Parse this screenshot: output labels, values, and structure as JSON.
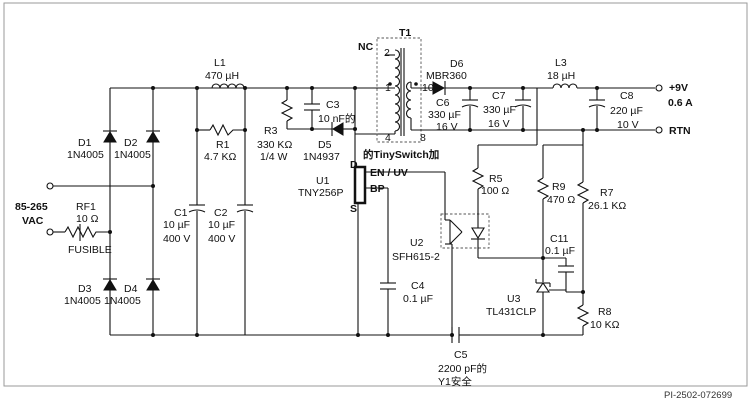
{
  "labels": {
    "nc": "NC",
    "t1": "T1",
    "pin2": "2",
    "pin1": "1",
    "pin10": "10",
    "pin4": "4",
    "pin8": "8",
    "l1": "L1",
    "l1_val": "470 µH",
    "d6": "D6",
    "d6_part": "MBR360",
    "l3": "L3",
    "l3_val": "18 µH",
    "out_plus": "+9V",
    "out_current": "0.6 A",
    "rtn": "RTN",
    "c6": "C6",
    "c6_val1": "330 µF",
    "c6_val2": "16 V",
    "c7": "C7",
    "c7_val1": "330 µF",
    "c7_val2": "16 V",
    "c8": "C8",
    "c8_val1": "220 µF",
    "c8_val2": "10 V",
    "d1": "D1",
    "d1_part": "1N4005",
    "d2": "D2",
    "d2_part": "1N4005",
    "d3": "D3",
    "d3_part": "1N4005",
    "d4": "D4",
    "d4_part": "1N4005",
    "r1": "R1",
    "r1_val": "4.7 KΩ",
    "r3": "R3",
    "r3_val1": "330 KΩ",
    "r3_val2": "1/4 W",
    "c3": "C3",
    "c3_val": "10 nF的",
    "d5": "D5",
    "d5_part": "1N4937",
    "tiny_label": "的TinySwitch加",
    "pin_d": "D",
    "pin_en": "EN / UV",
    "pin_bp": "BP",
    "pin_s": "S",
    "u1": "U1",
    "u1_part": "TNY256P",
    "input_v1": "85-265",
    "input_v2": "VAC",
    "rf1": "RF1",
    "rf1_val": "10 Ω",
    "fusible": "FUSIBLE",
    "c1": "C1",
    "c1_val1": "10 µF",
    "c1_val2": "400 V",
    "c2": "C2",
    "c2_val1": "10 µF",
    "c2_val2": "400 V",
    "r5": "R5",
    "r5_val": "100 Ω",
    "r9": "R9",
    "r9_val": "470 Ω",
    "r7": "R7",
    "r7_val": "26.1 KΩ",
    "c11": "C11",
    "c11_val": "0.1 µF",
    "u2": "U2",
    "u2_part": "SFH615-2",
    "c4": "C4",
    "c4_val": "0.1 µF",
    "u3": "U3",
    "u3_part": "TL431CLP",
    "r8": "R8",
    "r8_val": "10 KΩ",
    "c5": "C5",
    "c5_val1": "2200 pF的",
    "c5_val2": "Y1安全",
    "doc_id": "PI-2502-072699"
  }
}
